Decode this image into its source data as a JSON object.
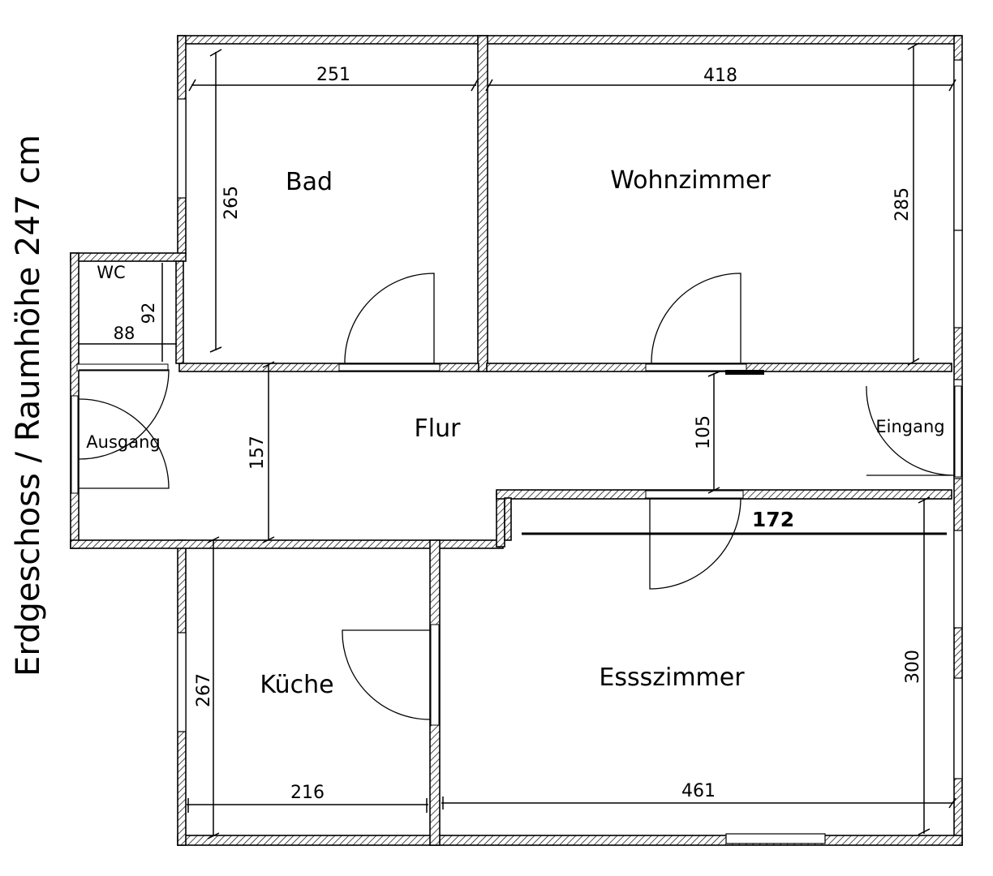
{
  "title": "Erdgeschoss / Raumhöhe 247 cm",
  "rooms": {
    "bad": "Bad",
    "wohnzimmer": "Wohnzimmer",
    "wc": "WC",
    "flur": "Flur",
    "ausgang": "Ausgang",
    "eingang": "Eingang",
    "kueche": "Küche",
    "esszimmer": "Essszimmer"
  },
  "dimensions": {
    "bad_width": "251",
    "bad_height": "265",
    "wohnzimmer_width": "418",
    "wohnzimmer_height": "285",
    "wc_width": "88",
    "wc_height": "92",
    "flur_height_left": "157",
    "flur_height_right": "105",
    "ess_top": "172",
    "kueche_height": "267",
    "kueche_width": "216",
    "ess_height": "300",
    "ess_width": "461"
  }
}
